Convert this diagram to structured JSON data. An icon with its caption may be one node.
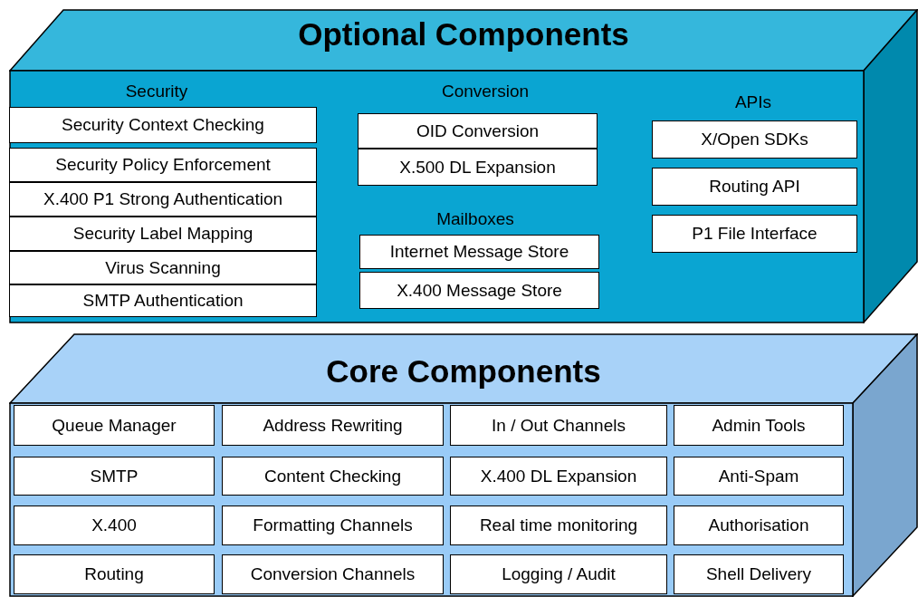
{
  "diagram": {
    "nodes": [
      {
        "text": [
          "Optional Components"
        ]
      },
      {
        "text": [
          "Security Context Checking"
        ],
        "in": 0
      },
      {
        "text": [
          "Security Policy Enforcement"
        ],
        "in": 0
      },
      {
        "text": [
          "X.400 P1 Strong Authentication"
        ],
        "in": 0
      },
      {
        "text": [
          "Security Label Mapping"
        ],
        "in": 0
      },
      {
        "text": [
          "Virus Scanning"
        ],
        "in": 0
      },
      {
        "text": [
          "SMTP Authentication"
        ],
        "in": 0
      },
      {
        "text": [
          "OID Conversion"
        ],
        "in": 0
      },
      {
        "text": [
          "X.500 DL Expansion"
        ],
        "in": 0
      },
      {
        "text": [
          "Internet Message Store"
        ],
        "in": 0
      },
      {
        "text": [
          "X.400 Message Store"
        ],
        "in": 0
      },
      {
        "text": [
          "X/Open SDKs"
        ],
        "in": 0
      },
      {
        "text": [
          "Routing API"
        ],
        "in": 0
      },
      {
        "text": [
          "P1 File Interface"
        ],
        "in": 0
      },
      {
        "text": [
          "Core Components"
        ]
      },
      {
        "text": [
          "Queue Manager"
        ],
        "in": 14
      },
      {
        "text": [
          "Address Rewriting"
        ],
        "in": 14
      },
      {
        "text": [
          "In / Out Channels"
        ],
        "in": 14
      },
      {
        "text": [
          "Admin Tools"
        ],
        "in": 14
      },
      {
        "text": [
          "SMTP"
        ],
        "in": 14
      },
      {
        "text": [
          "Content Checking"
        ],
        "in": 14
      },
      {
        "text": [
          "X.400 DL Expansion"
        ],
        "in": 14
      },
      {
        "text": [
          "Anti-Spam"
        ],
        "in": 14
      },
      {
        "text": [
          "X.400"
        ],
        "in": 14
      },
      {
        "text": [
          "Formatting Channels"
        ],
        "in": 14
      },
      {
        "text": [
          "Real time monitoring"
        ],
        "in": 14
      },
      {
        "text": [
          "Authorisation"
        ],
        "in": 14
      },
      {
        "text": [
          "Routing"
        ],
        "in": 14
      },
      {
        "text": [
          "Conversion Channels"
        ],
        "in": 14
      },
      {
        "text": [
          "Logging / Audit"
        ],
        "in": 14
      },
      {
        "text": [
          "Shell Delivery"
        ],
        "in": 14
      }
    ],
    "edges": [],
    "labels": [
      "Security",
      "Conversion",
      "APIs",
      "Mailboxes"
    ]
  }
}
